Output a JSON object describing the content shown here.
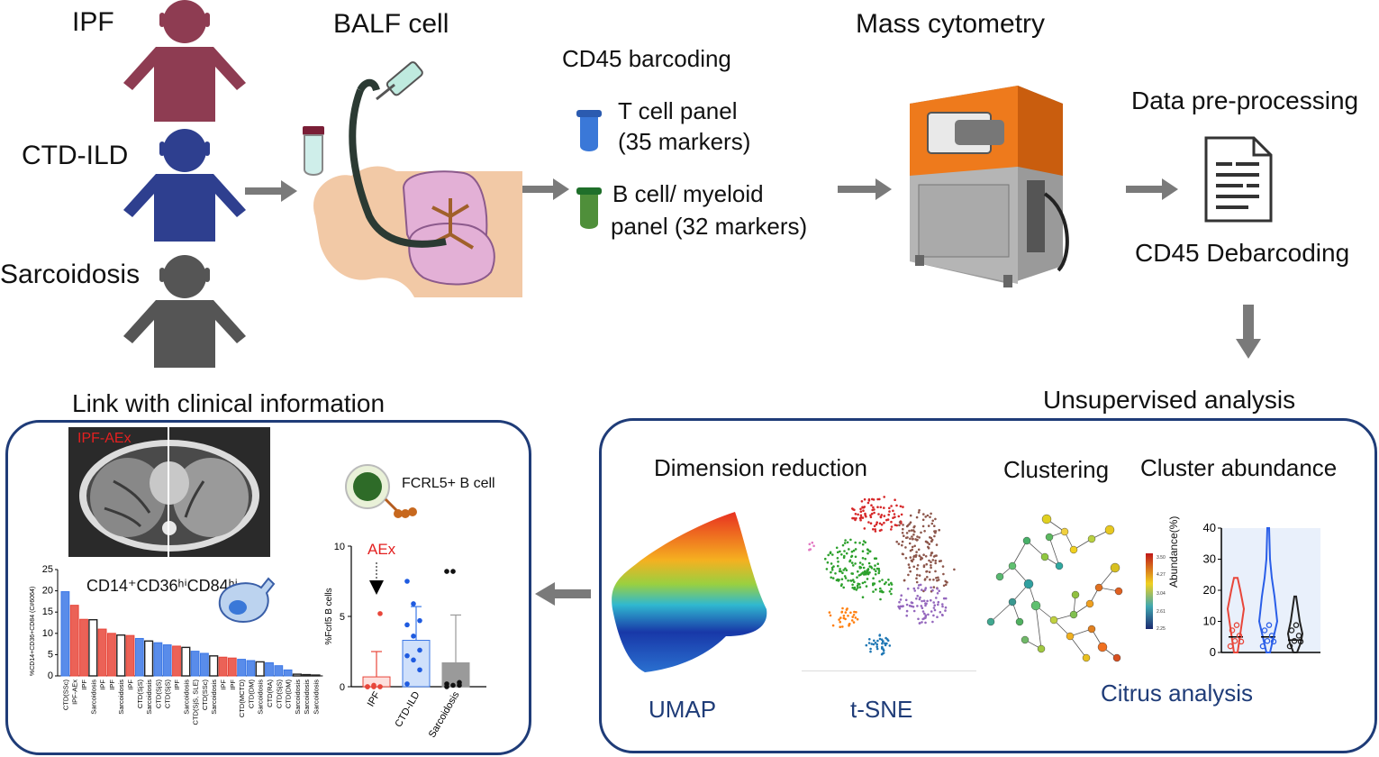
{
  "groups": [
    "IPF",
    "CTD-ILD",
    "Sarcoidosis"
  ],
  "steps": {
    "balf": "BALF cell",
    "barcoding": "CD45 barcoding",
    "t_panel_line1": "T cell panel",
    "t_panel_line2": "(35 markers)",
    "b_panel_line1": "B cell/ myeloid",
    "b_panel_line2": "panel (32 markers)",
    "mass_cytometry": "Mass cytometry",
    "preprocessing": "Data pre-processing",
    "debarcoding": "CD45 Debarcoding",
    "unsupervised": "Unsupervised analysis",
    "link_clinical": "Link with clinical information"
  },
  "analysis": {
    "dimension_reduction": "Dimension reduction",
    "clustering": "Clustering",
    "cluster_abundance": "Cluster abundance",
    "umap": "UMAP",
    "tsne": "t-SNE",
    "citrus": "Citrus analysis",
    "abundance_ylabel": "Abundance(%)",
    "abundance_ticks": [
      "0",
      "10",
      "20",
      "30",
      "40"
    ],
    "heat_ticks": [
      "3.50",
      "4.27",
      "3.04",
      "2.61",
      "2.25"
    ]
  },
  "clinical": {
    "ct_label": "IPF-AEx",
    "marker_label": "CD14⁺CD36ʰⁱCD84ʰⁱ",
    "bar_ylabel": "%CD14+CD36+CD84 (C#6064)",
    "fcrl5_label": "FCRL5+ B cell",
    "fcrl5_ylabel": "%Fcrl5 B cells",
    "aex_label": "AEx"
  },
  "chart_data": [
    {
      "type": "bar",
      "ylabel": "%CD14+CD36+CD84 (C#6064)",
      "ylim": [
        0,
        25
      ],
      "yticks": [
        "0",
        "5",
        "10",
        "15",
        "20",
        "25"
      ],
      "categories": [
        "CTD(SSc)",
        "IPF-AEx",
        "IPF",
        "Sarcoidosis",
        "IPF",
        "IPF",
        "Sarcoidosis",
        "IPF",
        "CTD(SjS)",
        "Sarcoidosis",
        "CTD(SjS)",
        "CTD(SjS)",
        "IPF",
        "Sarcoidosis",
        "CTD(SjS, SLE)",
        "CTD(SSc)",
        "Sarcoidosis",
        "IPF",
        "IPF",
        "CTD(MCTD)",
        "CTD(DM)",
        "Sarcoidosis",
        "CTD(RA)",
        "CTD(SjS)",
        "CTD(DM)",
        "Sarcoidosis",
        "Sarcoidosis",
        "Sarcoidosis"
      ],
      "values": [
        19.8,
        16.6,
        13.3,
        13.2,
        11.0,
        10.0,
        9.6,
        9.5,
        8.8,
        8.2,
        7.8,
        7.3,
        7.0,
        6.7,
        5.8,
        5.3,
        4.7,
        4.4,
        4.2,
        3.9,
        3.6,
        3.3,
        3.1,
        2.4,
        1.4,
        0.4,
        0.3,
        0.2
      ],
      "groups": [
        "CTD",
        "IPF",
        "IPF",
        "Sarcoidosis",
        "IPF",
        "IPF",
        "Sarcoidosis",
        "IPF",
        "CTD",
        "Sarcoidosis",
        "CTD",
        "CTD",
        "IPF",
        "Sarcoidosis",
        "CTD",
        "CTD",
        "Sarcoidosis",
        "IPF",
        "IPF",
        "CTD",
        "CTD",
        "Sarcoidosis",
        "CTD",
        "CTD",
        "CTD",
        "Sarcoidosis",
        "Sarcoidosis",
        "Sarcoidosis"
      ],
      "colors": {
        "IPF": "#e8463a",
        "CTD": "#3c78e6",
        "Sarcoidosis": "#222222"
      }
    },
    {
      "type": "bar",
      "ylabel": "%Fcrl5 B cells",
      "ylim": [
        0,
        10
      ],
      "yticks": [
        "0",
        "5",
        "10"
      ],
      "categories": [
        "IPF",
        "CTD-ILD",
        "Sarcoidosis"
      ],
      "values": [
        0.7,
        3.3,
        1.7
      ],
      "errors": [
        1.8,
        2.4,
        3.4
      ],
      "points": [
        [
          0,
          0,
          0,
          0,
          0.1,
          0,
          0,
          0,
          5.2
        ],
        [
          7.5,
          5.9,
          4.7,
          4.4,
          3.6,
          2.6,
          2.2,
          1.9,
          1.2,
          0.2
        ],
        [
          8.2,
          8.2,
          0.3,
          0.2,
          0.1,
          0.1,
          0
        ]
      ]
    },
    {
      "type": "violin",
      "ylabel": "Abundance(%)",
      "ylim": [
        0,
        40
      ],
      "yticks": [
        "0",
        "10",
        "20",
        "30",
        "40"
      ],
      "categories": [
        "",
        "",
        ""
      ],
      "medians": [
        5,
        5,
        4
      ],
      "colors": [
        "#e8463a",
        "#2a5ee8",
        "#222222"
      ]
    }
  ],
  "colors": {
    "ipf": "#8e3c52",
    "ctd": "#2e3f8f",
    "sarc": "#555555",
    "panel_border": "#1f3c78",
    "title_blue": "#1f3c78",
    "arrow": "#7a7a7a"
  }
}
